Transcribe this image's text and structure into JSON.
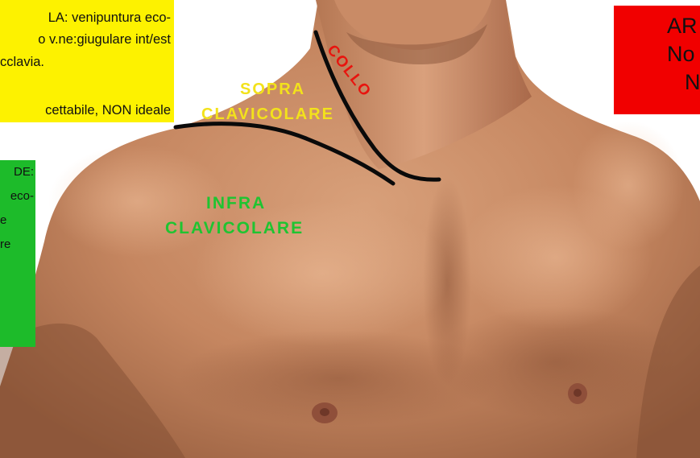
{
  "panels": {
    "yellow": {
      "color": "#fdf200",
      "lines": [
        "LA: venipuntura eco-",
        "o v.ne:giugulare int/est",
        "cclavia.",
        "",
        "cettabile, NON ideale"
      ]
    },
    "green": {
      "color": "#1dbb2a",
      "lines": [
        "DE:",
        "eco-",
        "e",
        "re"
      ]
    },
    "red": {
      "color": "#f10000",
      "lines": [
        "AR",
        "No",
        "N"
      ]
    }
  },
  "regions": {
    "sopra_line1": "SOPRA",
    "sopra_line2": "CLAVICOLARE",
    "infra_line1": "INFRA",
    "infra_line2": "CLAVICOLARE",
    "collo": "COLLO"
  },
  "colors": {
    "sopra_label": "#f3e21b",
    "infra_label": "#1fc431",
    "collo_label": "#e8140e",
    "boundary_lines": "#0a0a0a",
    "skin": "#c98a62",
    "background": "#ffffff"
  },
  "image": {
    "subject": "bare male torso with neck and chin, anatomical regions marked"
  }
}
